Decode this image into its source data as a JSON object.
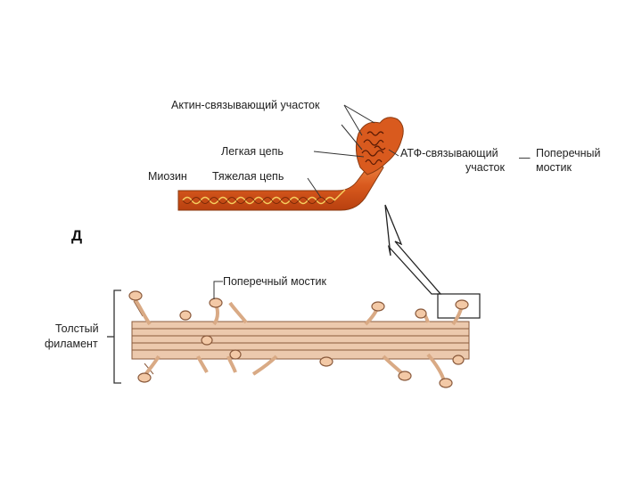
{
  "panel_letter": "Д",
  "labels": {
    "actin_site": "Актин-связывающий участок",
    "light_chain": "Легкая цепь",
    "myosin": "Миозин",
    "heavy_chain": "Тяжелая цепь",
    "atp_site_line1": "АТФ-связывающий",
    "atp_site_line2": "участок",
    "dash": "—",
    "crossbridge_line1": "Поперечный",
    "crossbridge_line2": "мостик",
    "crossbridge_bottom": "Поперечный мостик",
    "thick_filament_line1": "Толстый",
    "thick_filament_line2": "филамент"
  },
  "colors": {
    "myosin_orange": "#d95a1e",
    "filament_tan": "#ecc9ad",
    "filament_stroke": "#8a5a3c",
    "head_fill": "#f3c9a6",
    "line": "#333333"
  }
}
